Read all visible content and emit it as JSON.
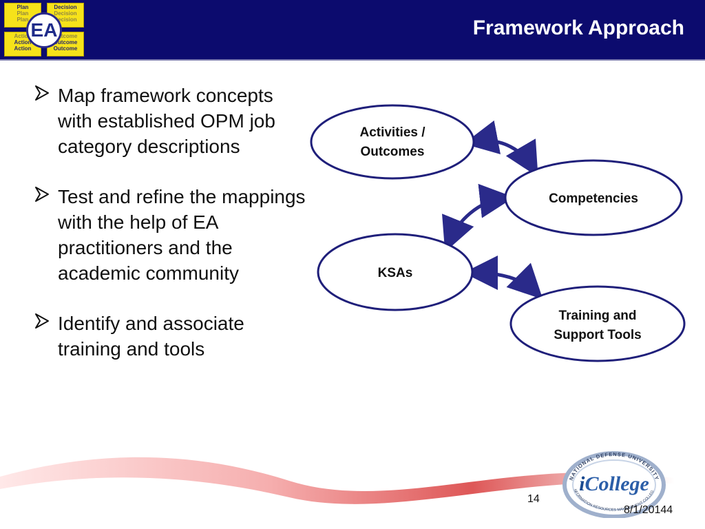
{
  "header": {
    "title": "Framework Approach",
    "background_color": "#0c0b6e"
  },
  "ea_logo": {
    "monogram": "EA",
    "cells": [
      {
        "lines": [
          "Plan",
          "Plan",
          "Plan"
        ]
      },
      {
        "lines": [
          "Decision",
          "Decision",
          "Decision"
        ]
      },
      {
        "lines": [
          "Action",
          "Action",
          "Action"
        ]
      },
      {
        "lines": [
          "Outcome",
          "Outcome",
          "Outcome"
        ]
      }
    ]
  },
  "bullets": [
    {
      "text": "Map framework concepts with established OPM job category descriptions"
    },
    {
      "text": "Test and refine the mappings with the help of EA practitioners and the academic community"
    },
    {
      "text": "Identify and associate training and tools"
    }
  ],
  "diagram": {
    "nodes": [
      {
        "id": "activities",
        "lines": [
          "Activities /",
          "Outcomes"
        ]
      },
      {
        "id": "competencies",
        "lines": [
          "Competencies"
        ]
      },
      {
        "id": "ksas",
        "lines": [
          "KSAs"
        ]
      },
      {
        "id": "training",
        "lines": [
          "Training and",
          "Support Tools"
        ]
      }
    ],
    "edges": [
      {
        "from": "activities",
        "to": "competencies",
        "bidirectional": true
      },
      {
        "from": "competencies",
        "to": "ksas",
        "bidirectional": true
      },
      {
        "from": "ksas",
        "to": "training",
        "bidirectional": true
      }
    ],
    "node_border_color": "#1f1f7a",
    "arrow_color": "#2a2a8a"
  },
  "footer": {
    "page_number": "14",
    "date": "8/1/20144",
    "icollege_logo": {
      "ring_text": "NATIONAL DEFENSE UNIVERSITY",
      "brand_prefix": "i",
      "brand_name": "College",
      "lower_ring_text": "INFORMATION RESOURCES MANAGEMENT COLLEGE"
    }
  }
}
